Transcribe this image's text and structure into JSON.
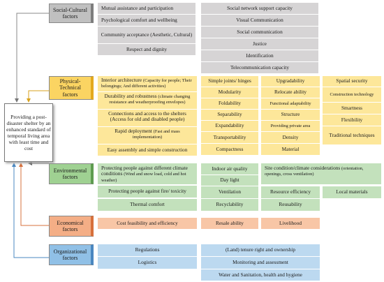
{
  "goal": "Providing a post-disaster shelter by an enhanced standard of temporal living area with least time and cost",
  "colors": {
    "social": "#c0c0c0",
    "physical": "#fbd462",
    "environmental": "#9fd192",
    "economical": "#f4ae86",
    "organizational": "#90c0e6"
  },
  "social": {
    "label": "Social-Cultural factors",
    "items": [
      "Mutual assistance and participation",
      "Psychological comfort and wellbeing",
      "Community acceptance (Aesthetic, Cultural)",
      "Respect and dignity",
      "Social network support capacity",
      "Visual Communication",
      "Social communication",
      "Justice",
      "Identification",
      "Telecommunication capacity"
    ]
  },
  "physical": {
    "label": "Physical-Technical factors",
    "col1": [
      {
        "main": "Interior architecture",
        "sub": "(Capacity for people; Their belongings; And different activities)"
      },
      {
        "main": "Durability and robustness",
        "sub": "(climate changing resistance and weatherproofing envelopes)"
      },
      {
        "main": "Connections and access to the shelters",
        "sub": "(Access for old and disabled people)"
      },
      {
        "main": "Rapid deployment",
        "sub": "(Fast and mass implementation)"
      },
      {
        "main": "Easy assembly and simple construction",
        "sub": ""
      }
    ],
    "col2": [
      "Simple joints/ hinges",
      "Modularity",
      "Foldability",
      "Separability",
      "Expandability",
      "Transportability",
      "Compactness"
    ],
    "col3": [
      "Upgradability",
      "Relocate ability",
      "Functional adaptability",
      "Structure",
      "Providing private area",
      "Density",
      "Material"
    ],
    "col4": [
      "Spatial security",
      "Construction technology",
      "Smartness",
      "Flexibility",
      "Traditional techniques"
    ]
  },
  "environmental": {
    "label": "Environmental factors",
    "items": {
      "protect_climate": {
        "main": "Protecting people against different climate conditions",
        "sub": "(Wind and snow load, cold and hot weather)"
      },
      "protect_fire": "Protecting people against fire/ toxicity",
      "thermal": "Thermal comfort",
      "indoor_air": "Indoor air quality",
      "daylight": "Day light",
      "ventilation": "Ventilation",
      "recyclability": "Recyclability",
      "site": {
        "main": "Site condition/climate considerations",
        "sub": "(orientation, openings, cross ventilation)"
      },
      "resource": "Resource efficiency",
      "local_materials": "Local materials",
      "reusability": "Reusability"
    }
  },
  "economical": {
    "label": "Economical factors",
    "items": [
      "Cost feasibility and efficiency",
      "Resale ability",
      "Livelihood"
    ]
  },
  "organizational": {
    "label": "Organizational factors",
    "items": [
      "Regulations",
      "Logistics",
      "(Land) tenure right and ownership",
      "Monitoring and assessment",
      "Water and Sanitation, health and hygiene"
    ]
  }
}
